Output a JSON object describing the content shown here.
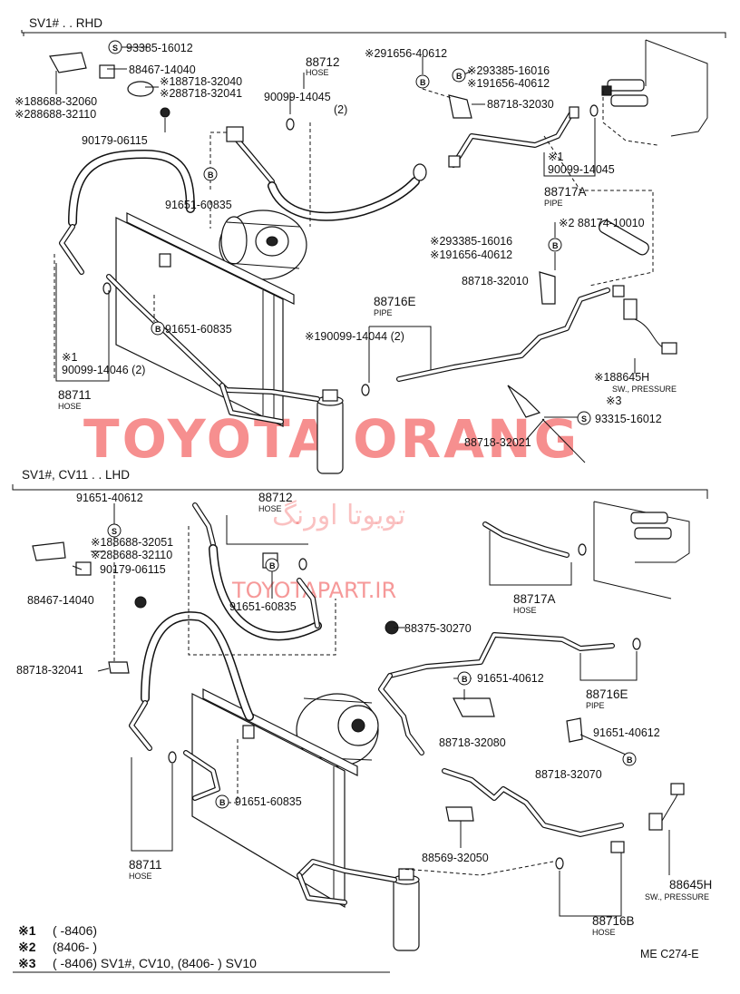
{
  "watermark": {
    "main": "TOYOTA ORANG",
    "persian": "تویوتا اورنگ",
    "site": "TOYOTAPART.IR"
  },
  "rhd": {
    "title": "SV1# . . RHD",
    "labels": {
      "p93385_16012": "93385-16012",
      "p88467_14040": "88467-14040",
      "p88718_32040": "※188718-32040",
      "p88718_32041": "※288718-32041",
      "p188688_32060": "※188688-32060",
      "p288688_32110": "※288688-32110",
      "p90179_06115": "90179-06115",
      "p91651_60835a": "91651-60835",
      "p88712": "88712",
      "hose1": "HOSE",
      "p90099_14045a": "90099-14045",
      "qty2a": "(2)",
      "p291656_40612": "※291656-40612",
      "p293385_16016a": "※293385-16016",
      "p191656_40612a": "※191656-40612",
      "p88718_32030": "88718-32030",
      "star1": "※1",
      "p90099_14045b": "90099-14045",
      "p88717A": "88717A",
      "pipe1": "PIPE",
      "p288174_10010": "※2 88174-10010",
      "p293385_16016b": "※293385-16016",
      "p191656_40612b": "※191656-40612",
      "p88718_32010": "88718-32010",
      "p88716E": "88716E",
      "pipe2": "PIPE",
      "p190099_14044": "※190099-14044 (2)",
      "p91651_60835b": "91651-60835",
      "star1b": "※1",
      "p90099_14046": "90099-14046 (2)",
      "p88711": "88711",
      "hose2": "HOSE",
      "p188645H": "※188645H",
      "swp": "SW., PRESSURE",
      "star3": "※3",
      "p93315_16012": "93315-16012",
      "p88718_32021": "88718-32021"
    }
  },
  "lhd": {
    "title": "SV1#, CV11 . . LHD",
    "labels": {
      "p91651_40612a": "91651-40612",
      "p188688_32051": "※188688-32051",
      "p288688_32110": "※288688-32110",
      "p90179_06115": "90179-06115",
      "p88467_14040": "88467-14040",
      "p88712": "88712",
      "hose1": "HOSE",
      "p91651_60835a": "91651-60835",
      "p88717A": "88717A",
      "hose2": "HOSE",
      "p88375_30270": "88375-30270",
      "p88718_32041": "88718-32041",
      "p91651_40612b": "91651-40612",
      "p88716E": "88716E",
      "pipe1": "PIPE",
      "p88718_32080": "88718-32080",
      "p91651_40612c": "91651-40612",
      "p88718_32070": "88718-32070",
      "p91651_60835b": "91651-60835",
      "p88711": "88711",
      "hose3": "HOSE",
      "p88569_32050": "88569-32050",
      "p88645H": "88645H",
      "swp": "SW., PRESSURE",
      "p88716B": "88716B",
      "hose4": "HOSE"
    }
  },
  "symbols": {
    "s": "S",
    "b": "B"
  },
  "footnotes": [
    {
      "mark": "※1",
      "text": "(         -8406)"
    },
    {
      "mark": "※2",
      "text": "(8406-         )"
    },
    {
      "mark": "※3",
      "text": "(         -8406) SV1#, CV10, (8406-         ) SV10"
    }
  ],
  "ref": "ME C274-E"
}
